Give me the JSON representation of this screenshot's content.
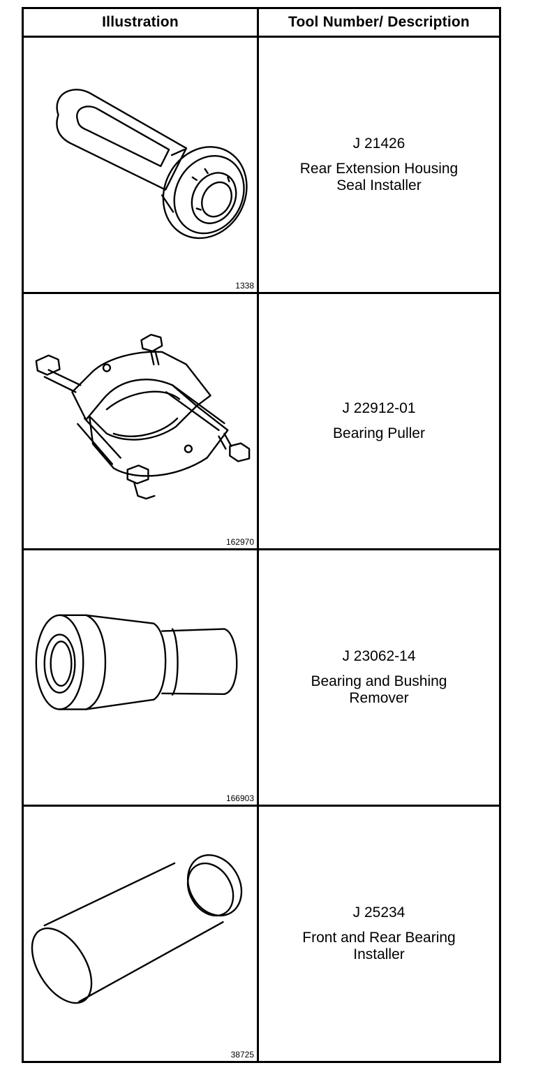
{
  "headers": {
    "illustration": "Illustration",
    "description": "Tool Number/ Description"
  },
  "tools": [
    {
      "number": "J 21426",
      "description": "Rear Extension Housing\nSeal Installer",
      "figure": "1338",
      "icon": "seal-installer-icon"
    },
    {
      "number": "J 22912-01",
      "description": "Bearing Puller",
      "figure": "162970",
      "icon": "bearing-puller-icon"
    },
    {
      "number": "J 23062-14",
      "description": "Bearing and Bushing\nRemover",
      "figure": "166903",
      "icon": "bushing-remover-icon"
    },
    {
      "number": "J 25234",
      "description": "Front and Rear Bearing\nInstaller",
      "figure": "38725",
      "icon": "bearing-installer-icon"
    }
  ]
}
